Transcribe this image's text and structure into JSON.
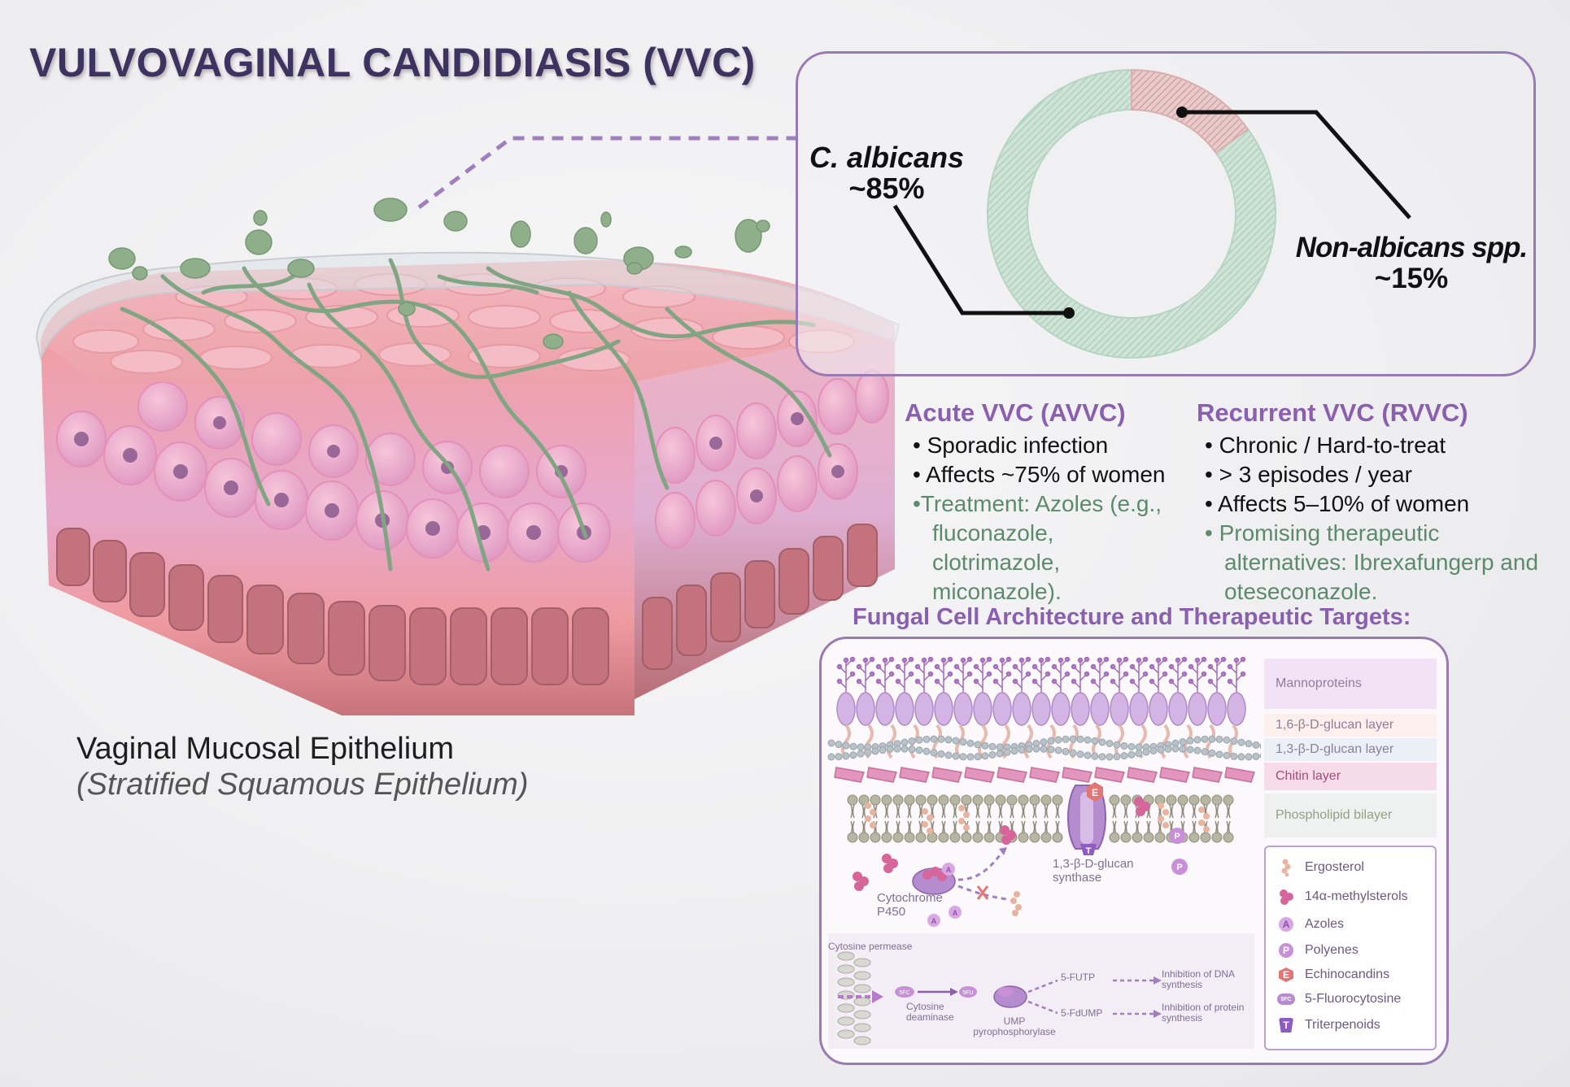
{
  "title": "VULVOVAGINAL CANDIDIASIS (VVC)",
  "epithelium": {
    "label": "Vaginal Mucosal Epithelium",
    "sublabel": "(Stratified Squamous Epithelium)"
  },
  "chart_data": {
    "type": "pie",
    "categories": [
      "C. albicans",
      "Non-albicans spp."
    ],
    "values": [
      85,
      15
    ],
    "labels": [
      "~85%",
      "~15%"
    ],
    "colors": [
      "#a9cdb8",
      "#cf9c9c"
    ],
    "title": ""
  },
  "donut_labels": {
    "albicans_name": "C. albicans",
    "albicans_pct": "~85%",
    "non_name": "Non-albicans spp.",
    "non_pct": "~15%"
  },
  "avvc": {
    "heading": "Acute VVC (AVVC)",
    "items": [
      "• Sporadic infection",
      "• Affects ~75% of women"
    ],
    "treatment": "•Treatment: Azoles (e.g., fluconazole, clotrimazole, miconazole)."
  },
  "rvvc": {
    "heading": "Recurrent VVC (RVVC)",
    "items": [
      "• Chronic / Hard-to-treat",
      "• > 3 episodes / year",
      "• Affects 5–10% of women"
    ],
    "treatment": "• Promising therapeutic alternatives: Ibrexafungerp and oteseconazole."
  },
  "architecture": {
    "title": "Fungal Cell Architecture and Therapeutic Targets:",
    "bands": {
      "mannoproteins": "Mannoproteins",
      "glucan16": "1,6-β-D-glucan layer",
      "glucan13": "1,3-β-D-glucan layer",
      "chitin": "Chitin layer",
      "phospholipid": "Phospholipid bilayer"
    },
    "legend": [
      {
        "icon": "ergosterol-icon",
        "label": "Ergosterol"
      },
      {
        "icon": "methylsterol-icon",
        "label": "14α-methylsterols"
      },
      {
        "icon": "azoles-icon",
        "label": "Azoles",
        "letter": "A"
      },
      {
        "icon": "polyenes-icon",
        "label": "Polyenes",
        "letter": "P"
      },
      {
        "icon": "echinocandins-icon",
        "label": "Echinocandins",
        "letter": "E"
      },
      {
        "icon": "fluorocytosine-icon",
        "label": "5-Fluorocytosine",
        "letter": "5FC"
      },
      {
        "icon": "triterpenoids-icon",
        "label": "Triterpenoids",
        "letter": "T"
      }
    ],
    "labels": {
      "cytochrome": "Cytochrome P450",
      "synthase": "1,3-β-D-glucan synthase",
      "permease": "Cytosine permease",
      "deaminase": "Cytosine deaminase",
      "ump": "UMP pyrophosphorylase",
      "futp": "5-FUTP",
      "fdump": "5-FdUMP",
      "inh_dna": "Inhibition of DNA synthesis",
      "inh_protein": "Inhibition of protein synthesis"
    },
    "colors": {
      "mannoproteins": "#f1e2f6",
      "glucan16": "#fbf0ec",
      "glucan13": "#eaf0f5",
      "chitin": "#f6dce8",
      "phospholipid": "#eef1f0"
    }
  }
}
